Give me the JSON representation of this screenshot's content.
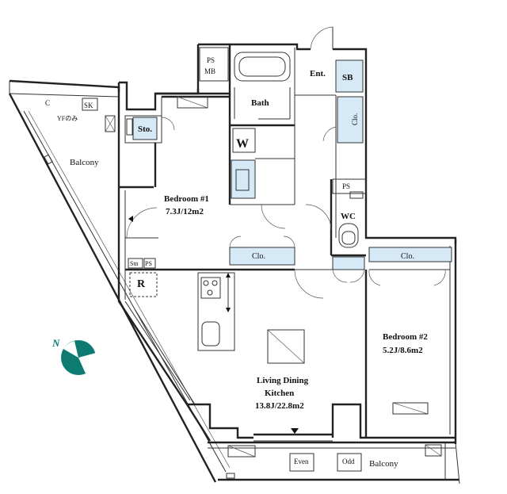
{
  "rooms": {
    "balcony_west": "Balcony",
    "balcony_south": "Balcony",
    "bedroom1_name": "Bedroom #1",
    "bedroom1_size": "7.3J/12m2",
    "bedroom2_name": "Bedroom #2",
    "bedroom2_size": "5.2J/8.6m2",
    "ldk_line1": "Living Dining",
    "ldk_line2": "Kitchen",
    "ldk_size": "13.8J/22.8m2",
    "bath": "Bath",
    "wc": "WC",
    "entrance": "Ent."
  },
  "storage": {
    "sto": "Sto.",
    "sb": "SB",
    "washer": "W",
    "refrigerator": "R",
    "clo": "Clo.",
    "ps": "PS",
    "mb": "MB",
    "sk": "SK",
    "stn": "Stn",
    "vertical_clo": "Clo."
  },
  "notes": {
    "balcony_corner": "C",
    "sk_note": "YFのみ",
    "even": "Even",
    "odd": "Odd"
  },
  "compass": {
    "label": "N",
    "color": "#0e7b73"
  },
  "colors": {
    "closet_fill": "#d6e9f6"
  }
}
